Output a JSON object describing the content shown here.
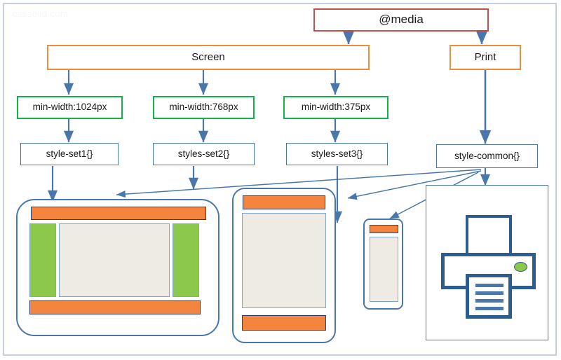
{
  "watermark": "csssolid.com",
  "diagram": {
    "title": "CSS @media query cascade diagram",
    "root": {
      "label": "@media",
      "border_color": "#C0504D"
    },
    "media_types": [
      {
        "id": "screen",
        "label": "Screen",
        "border_color": "#ED8C3A"
      },
      {
        "id": "print",
        "label": "Print",
        "border_color": "#ED8C3A"
      }
    ],
    "conditions": [
      {
        "id": "cond-1024",
        "label": "min-width:1024px",
        "border_color": "#16B04A"
      },
      {
        "id": "cond-768",
        "label": "min-width:768px",
        "border_color": "#16B04A"
      },
      {
        "id": "cond-375",
        "label": "min-width:375px",
        "border_color": "#16B04A"
      }
    ],
    "style_sets": [
      {
        "id": "style-set1",
        "label": "style-set1{}",
        "border_color": "#4A77AB"
      },
      {
        "id": "styles-set2",
        "label": "styles-set2{}",
        "border_color": "#4A77AB"
      },
      {
        "id": "styles-set3",
        "label": "styles-set3{}",
        "border_color": "#4A77AB"
      },
      {
        "id": "style-common",
        "label": "style-common{}",
        "border_color": "#4A77AB"
      }
    ],
    "devices": [
      {
        "id": "desktop",
        "name": "desktop-mockup",
        "has_header": true,
        "has_footer": true,
        "has_sidebars": true
      },
      {
        "id": "tablet",
        "name": "tablet-mockup",
        "has_header": true,
        "has_footer": true,
        "has_sidebars": false
      },
      {
        "id": "phone",
        "name": "phone-mockup",
        "has_header": true,
        "has_footer": false,
        "has_sidebars": false
      },
      {
        "id": "printer",
        "name": "printer-illustration",
        "led_color": "#8CC84B",
        "page_lines": 4
      }
    ],
    "edges": [
      {
        "from": "@media",
        "to": "Screen"
      },
      {
        "from": "@media",
        "to": "Print"
      },
      {
        "from": "Screen",
        "to": "min-width:1024px"
      },
      {
        "from": "Screen",
        "to": "min-width:768px"
      },
      {
        "from": "Screen",
        "to": "min-width:375px"
      },
      {
        "from": "min-width:1024px",
        "to": "style-set1{}"
      },
      {
        "from": "min-width:768px",
        "to": "styles-set2{}"
      },
      {
        "from": "min-width:375px",
        "to": "styles-set3{}"
      },
      {
        "from": "Print",
        "to": "style-common{}"
      },
      {
        "from": "style-set1{}",
        "to": "desktop"
      },
      {
        "from": "styles-set2{}",
        "to": "tablet"
      },
      {
        "from": "styles-set3{}",
        "to": "phone"
      },
      {
        "from": "style-common{}",
        "to": "desktop"
      },
      {
        "from": "style-common{}",
        "to": "tablet"
      },
      {
        "from": "style-common{}",
        "to": "phone"
      },
      {
        "from": "style-common{}",
        "to": "printer"
      }
    ],
    "palette": {
      "arrow": "#4A77AB",
      "orange_bar": "#F4853F",
      "green_panel": "#8CC84B",
      "content_beige": "#EDEBE4",
      "frame_blue": "#4A77AB",
      "printer_blue": "#2E5B90",
      "page_border": "#C5CFDF"
    }
  }
}
